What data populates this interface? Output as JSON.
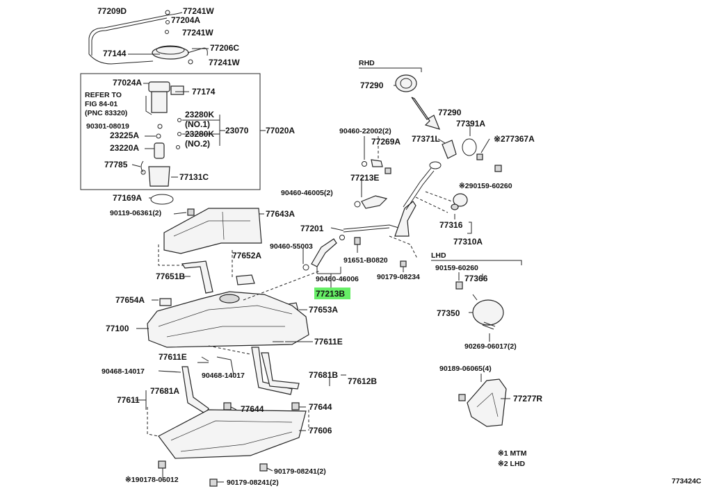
{
  "diagram_code": "773424C",
  "highlight_color": "#66ee66",
  "labels": {
    "p77209D": "77209D",
    "p77241W_1": "77241W",
    "p77204A": "77204A",
    "p77241W_2": "77241W",
    "p77144": "77144",
    "p77206C": "77206C",
    "p77241W_3": "77241W",
    "p77024A": "77024A",
    "p77174": "77174",
    "refer1": "REFER TO",
    "refer2": "FIG 84-01",
    "refer3": "(PNC 83320)",
    "p90301": "90301-08019",
    "p23280K_1": "23280K",
    "no1": "(NO.1)",
    "p23280K_2": "23280K",
    "no2": "(NO.2)",
    "p23070": "23070",
    "p23225A": "23225A",
    "p23220A": "23220A",
    "p77785": "77785",
    "p77131C": "77131C",
    "p77020A": "77020A",
    "p77169A": "77169A",
    "p90119": "90119-06361(2)",
    "p77643A": "77643A",
    "p77652A": "77652A",
    "p77651B": "77651B",
    "p77654A": "77654A",
    "p77653A": "77653A",
    "p77100": "77100",
    "p77611E_1": "77611E",
    "p77611E_2": "77611E",
    "p90468_1": "90468-14017",
    "p90468_2": "90468-14017",
    "p77681B": "77681B",
    "p77612B": "77612B",
    "p77681A": "77681A",
    "p77611": "77611",
    "p77644_1": "77644",
    "p77644_2": "77644",
    "p77606": "77606",
    "p90179_1": "90179-08241(2)",
    "p90179_2": "90179-08241(2)",
    "p90178": "※190178-06012",
    "rhd": "RHD",
    "p77290_1": "77290",
    "p77290_2": "77290",
    "p90460_22002": "90460-22002(2)",
    "p77269A": "77269A",
    "p77371L": "77371L",
    "p77391A": "77391A",
    "p77367A": "※277367A",
    "p77213E": "77213E",
    "p90159_1": "※290159-60260",
    "p90460_46005": "90460-46005(2)",
    "p77316": "77316",
    "p77310A": "77310A",
    "p77201": "77201",
    "p90460_55003": "90460-55003",
    "p91651": "91651-B0820",
    "p90460_46006": "90460-46006",
    "p90179_08234": "90179-08234",
    "p77213B": "77213B",
    "lhd": "LHD",
    "p90159_2": "90159-60260",
    "p77366": "77366",
    "p77350": "77350",
    "p90269": "90269-06017(2)",
    "p90189": "90189-06065(4)",
    "p77277R": "77277R",
    "note1": "※1 MTM",
    "note2": "※2 LHD"
  }
}
